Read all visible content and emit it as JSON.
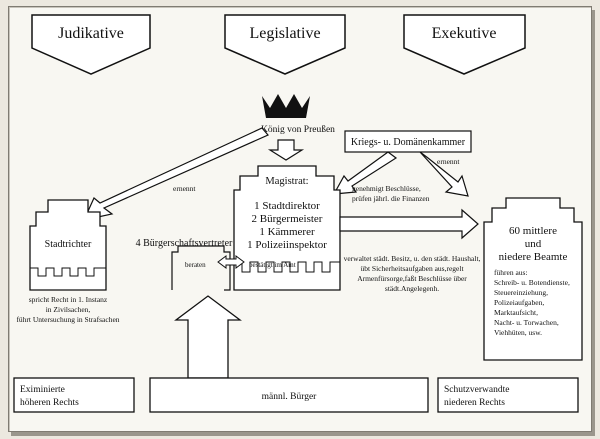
{
  "headers": {
    "judikative": "Judikative",
    "legislative": "Legislative",
    "exekutive": "Exekutive"
  },
  "nodes": {
    "koenig": "König von Preußen",
    "kriegskammer": "Kriegs- u. Domänenkammer",
    "erneennt_left": "ernennt",
    "erneennt_right": "ernennt",
    "genehmigt_1": "genehmigt Beschlüsse,",
    "genehmigt_2": "prüfen jährl. die Finanzen",
    "magistrat": "Magistrat:",
    "magistrat_lines": [
      "1 Stadtdirektor",
      "2 Bürgermeister",
      "1 Kämmerer",
      "1 Polizeiinspektor"
    ],
    "stadtrichter": "Stadtrichter",
    "buergerschaft": "4 Bürgerschaftsvertreter",
    "beraten": "beraten",
    "bestaetigt": "bestätigt im Amt",
    "verwaltet_lines": [
      "verwaltet städt. Besitz, u. den städt. Haushalt,",
      "übt Sicherheitsaufgaben aus,regelt",
      "Armenfürsorge,faßt Beschlüsse über",
      "städt.Angelegenh."
    ],
    "beamte_lines": [
      "60 mittlere",
      "und",
      "niedere Beamte"
    ],
    "beamte_tasks": [
      "führen aus:",
      "Schreib- u. Botendienste,",
      "Steuereinziehung,",
      "Polizeiaufgaben,",
      "Marktaufsicht,",
      "Nacht- u. Torwachen,",
      "Viehhüten, usw."
    ],
    "richter_tasks": [
      "spricht Recht in 1. Instanz",
      "in Zivilsachen,",
      "führt Untersuchung in Strafsachen"
    ],
    "eximierte_lines": [
      "Eximinierte",
      "höheren Rechts"
    ],
    "buerger": "männl. Bürger",
    "schutz_lines": [
      "Schutzverwandte",
      "niederen Rechts"
    ]
  }
}
